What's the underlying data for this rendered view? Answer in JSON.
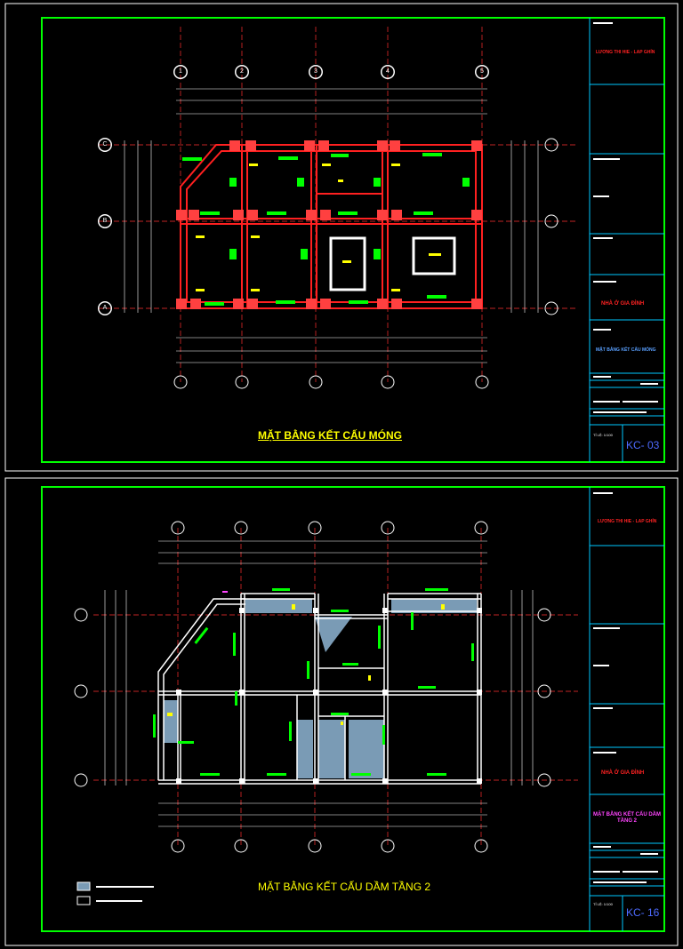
{
  "sheet_top": {
    "title": "MẶT BẰNG KẾT CẤU MÓNG",
    "company": "LƯƠNG THI HIE - LAP GHÍN",
    "project": "NHÀ Ở GIA ĐÌNH",
    "drawing_name": "MẶT BẰNG KẾT CẤU MÓNG",
    "scale": "TỈ LỆ: 1/100",
    "sheet_no": "KC- 03"
  },
  "sheet_bottom": {
    "title": "MẶT BẰNG KẾT CẤU DẦM TẦNG 2",
    "company": "LƯƠNG THI HIE - LAP GHÍN",
    "project": "NHÀ Ở GIA ĐÌNH",
    "drawing_name": "MẶT BẰNG KẾT CẤU DẦM TẦNG 2",
    "scale": "TỈ LỆ: 1/100",
    "sheet_no": "KC- 16"
  },
  "axes_numeric": [
    "1",
    "2",
    "3",
    "4",
    "5"
  ],
  "axes_letter": [
    "C",
    "B",
    "A"
  ],
  "colors": {
    "border": "#00ff00",
    "title_block": "#00c8ff",
    "foundation": "#ff2020",
    "beam": "#ffffff",
    "axis": "#ff3030",
    "dimension": "#ffffff",
    "column": "#ffff00",
    "label": "#00ff00",
    "slab": "#7a9bb5"
  }
}
